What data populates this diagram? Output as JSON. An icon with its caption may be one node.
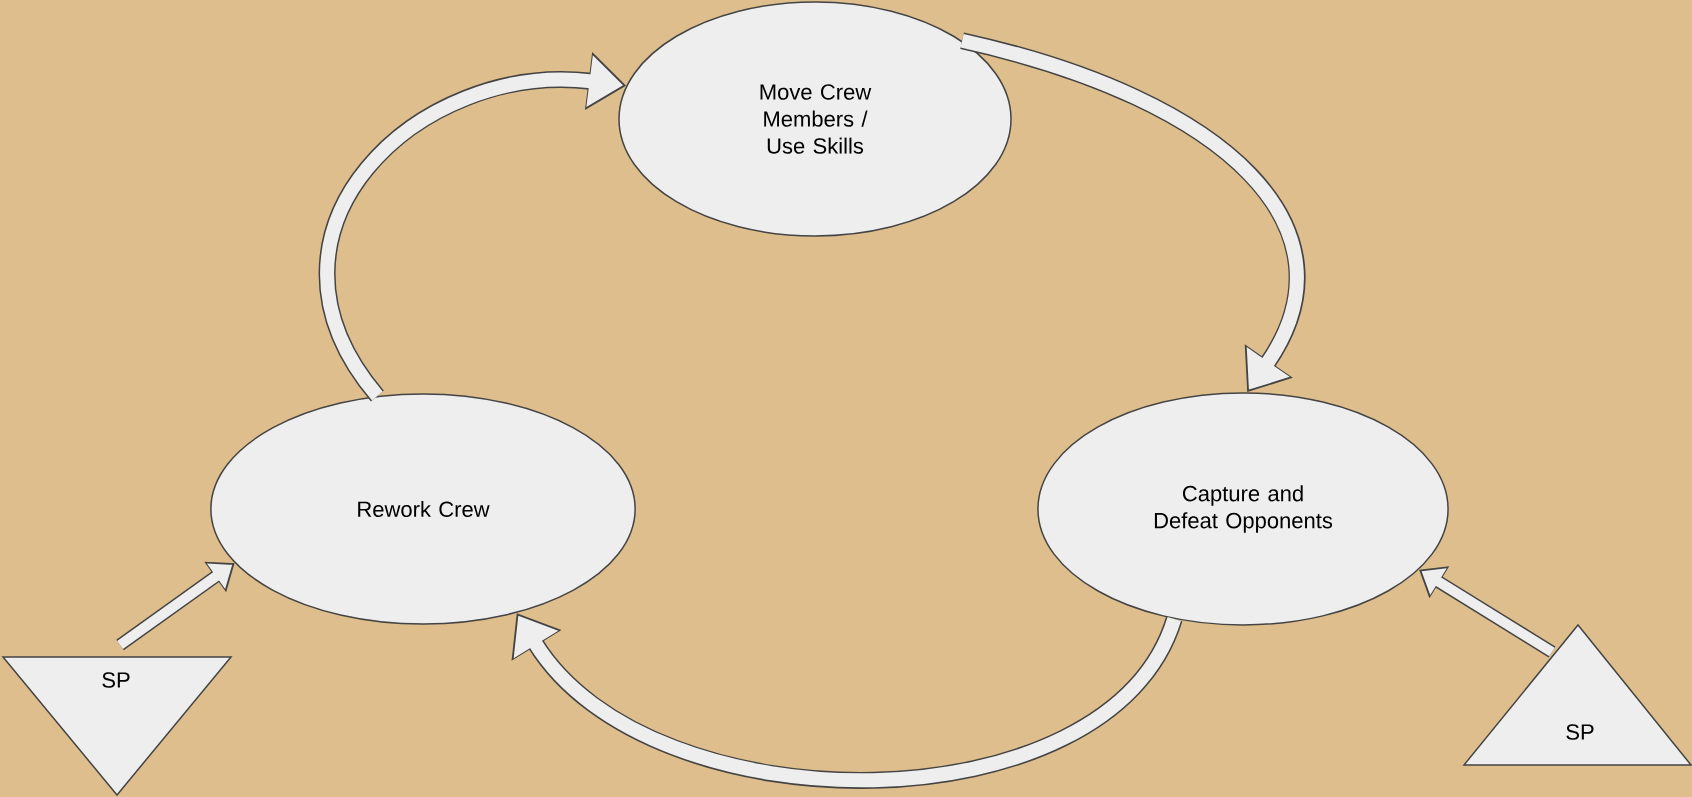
{
  "diagram": {
    "nodes": [
      {
        "text": [
          "Move Crew Members / Use Skills"
        ]
      },
      {
        "text": [
          "Capture and Defeat Opponents"
        ]
      },
      {
        "text": [
          "Rework Crew"
        ]
      },
      {
        "text": [
          "SP"
        ]
      },
      {
        "text": [
          "SP"
        ]
      }
    ],
    "edges": [
      {
        "from": 2,
        "to": 0,
        "arrow": "to"
      },
      {
        "from": 0,
        "to": 1,
        "arrow": "to"
      },
      {
        "from": 1,
        "to": 2,
        "arrow": "to"
      },
      {
        "from": 3,
        "to": 2,
        "arrow": "to"
      },
      {
        "from": 4,
        "to": 1,
        "arrow": "to"
      }
    ]
  }
}
